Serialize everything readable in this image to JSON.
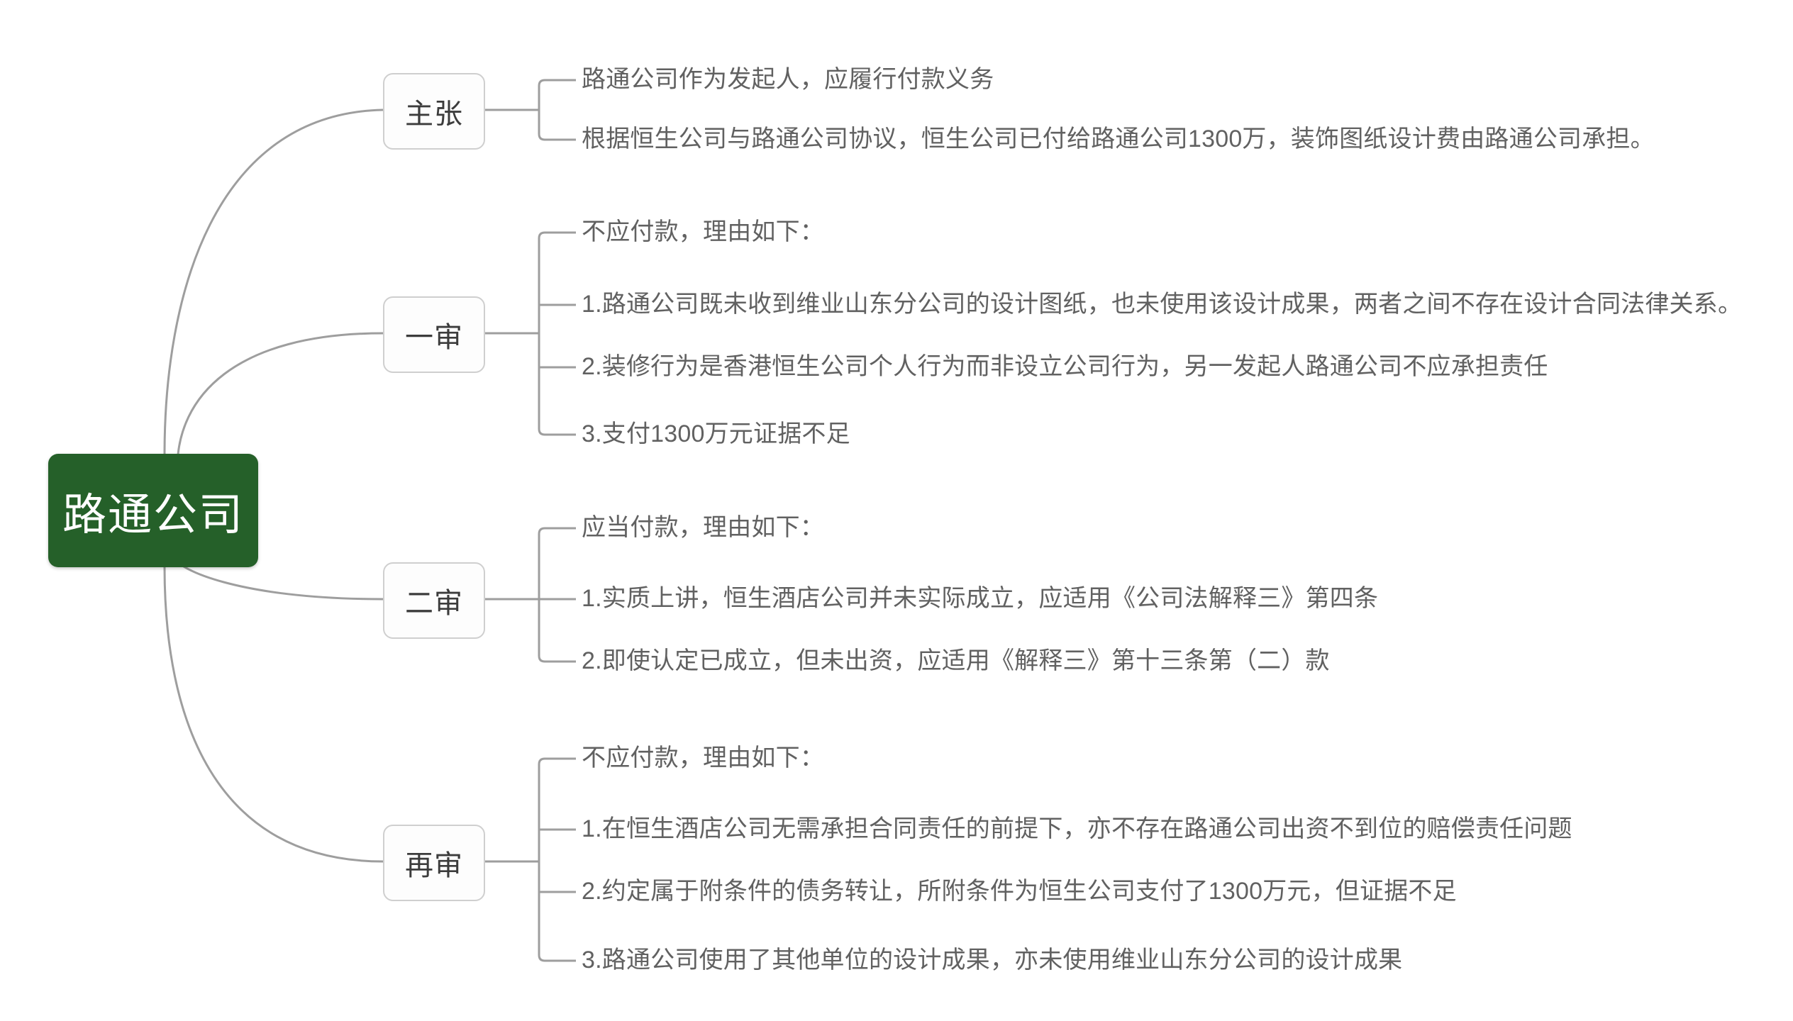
{
  "diagram": {
    "type": "mindmap",
    "title": "路通公司",
    "colors": {
      "root_fill": "#256029",
      "root_text": "#ffffff",
      "branch_fill": "#fdfdfd",
      "branch_border": "#cfcfcf",
      "branch_text": "#3c3c3c",
      "leaf_text": "#616161",
      "connector": "#9e9e9e",
      "background": "#ffffff"
    },
    "root": {
      "label": "路通公司"
    },
    "branches": [
      {
        "label": "主张",
        "leaves": [
          "路通公司作为发起人，应履行付款义务",
          "根据恒生公司与路通公司协议，恒生公司已付给路通公司1300万，装饰图纸设计费由路通公司承担。"
        ]
      },
      {
        "label": "一审",
        "leaves": [
          "不应付款，理由如下：",
          "1.路通公司既未收到维业山东分公司的设计图纸，也未使用该设计成果，两者之间不存在设计合同法律关系。",
          "2.装修行为是香港恒生公司个人行为而非设立公司行为，另一发起人路通公司不应承担责任",
          "3.支付1300万元证据不足"
        ]
      },
      {
        "label": "二审",
        "leaves": [
          "应当付款，理由如下：",
          "1.实质上讲，恒生酒店公司并未实际成立，应适用《公司法解释三》第四条",
          "2.即使认定已成立，但未出资，应适用《解释三》第十三条第（二）款"
        ]
      },
      {
        "label": "再审",
        "leaves": [
          "不应付款，理由如下：",
          "1.在恒生酒店公司无需承担合同责任的前提下，亦不存在路通公司出资不到位的赔偿责任问题",
          "2.约定属于附条件的债务转让，所附条件为恒生公司支付了1300万元，但证据不足",
          "3.路通公司使用了其他单位的设计成果，亦未使用维业山东分公司的设计成果"
        ]
      }
    ]
  }
}
